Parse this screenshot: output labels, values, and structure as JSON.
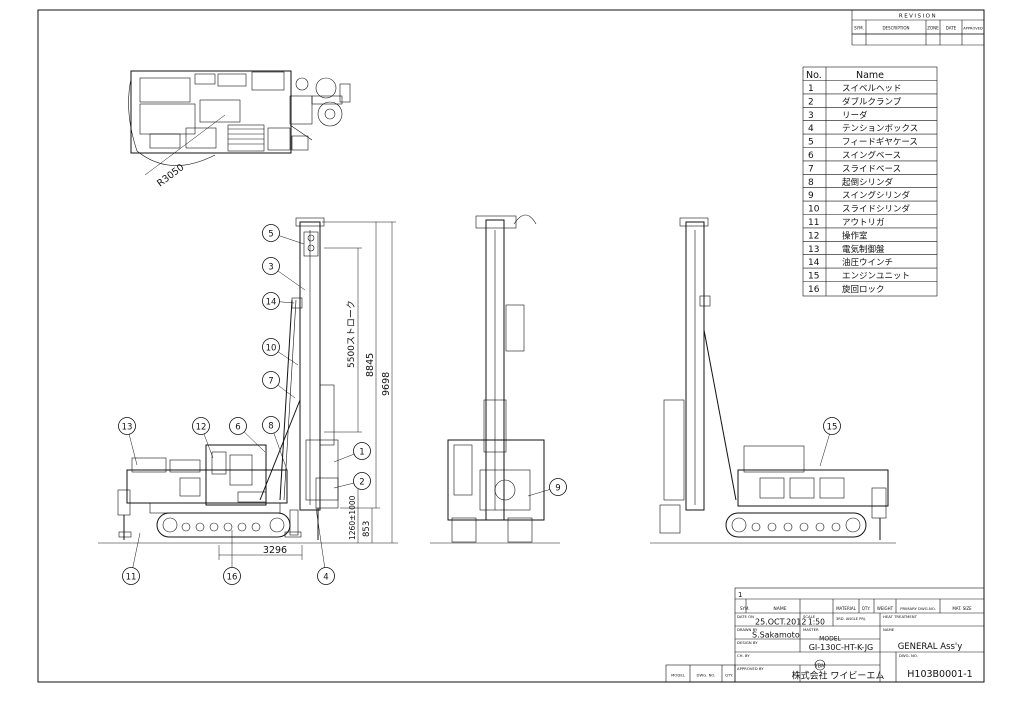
{
  "revision_block": {
    "title": "REVISION",
    "headers": [
      "SYM.",
      "DESCRIPTION",
      "ZONE",
      "DATE",
      "APPROVED"
    ]
  },
  "parts_table": {
    "headers": [
      "No.",
      "Name"
    ],
    "rows": [
      {
        "no": "1",
        "name": "スイベルヘッド"
      },
      {
        "no": "2",
        "name": "ダブルクランプ"
      },
      {
        "no": "3",
        "name": "リーダ"
      },
      {
        "no": "4",
        "name": "テンションボックス"
      },
      {
        "no": "5",
        "name": "フィードギヤケース"
      },
      {
        "no": "6",
        "name": "スイングベース"
      },
      {
        "no": "7",
        "name": "スライドベース"
      },
      {
        "no": "8",
        "name": "起倒シリンダ"
      },
      {
        "no": "9",
        "name": "スイングシリンダ"
      },
      {
        "no": "10",
        "name": "スライドシリンダ"
      },
      {
        "no": "11",
        "name": "アウトリガ"
      },
      {
        "no": "12",
        "name": "操作室"
      },
      {
        "no": "13",
        "name": "電気制御盤"
      },
      {
        "no": "14",
        "name": "油圧ウインチ"
      },
      {
        "no": "15",
        "name": "エンジンユニット"
      },
      {
        "no": "16",
        "name": "旋回ロック"
      }
    ]
  },
  "dimensions": {
    "turning_radius": "R3050",
    "stroke": "5500ストローク",
    "height_leader": "8845",
    "height_total": "9698",
    "height_low": "1260±1000",
    "height_base": "853",
    "track_length": "3296"
  },
  "balloons_side": [
    "5",
    "3",
    "14",
    "10",
    "7",
    "6",
    "8",
    "12",
    "13",
    "1",
    "2",
    "11",
    "16",
    "4"
  ],
  "balloons_front": [
    "9"
  ],
  "balloons_rear": [
    "15"
  ],
  "title_block": {
    "item_no": "1",
    "col_sym": "SYM.",
    "col_name": "NAME",
    "col_material": "MATERIAL",
    "col_qty": "QTY.",
    "col_weight": "WEIGHT",
    "col_primary": "PRIMARY DWG.NO.",
    "col_matsize": "MAT. SIZE",
    "date_label": "DATE ON",
    "date_value": "25.OCT.2012",
    "scale_label": "SCALE",
    "scale_value": "1:50",
    "angle_label": "3RD. ANGLE PRJ.",
    "heat_label": "HEAT TREATMENT",
    "drawn_label": "DRAWN BY",
    "drawn_value": "S.Sakamoto",
    "master_label": "MASTER",
    "name_label": "NAME",
    "design_label": "DESIGN BY",
    "model_label": "MODEL",
    "model_value": "GI-130C-HT-K-JG",
    "name_value": "GENERAL Ass'y",
    "check_label": "CH. BY",
    "approved_label": "APPROVED BY",
    "dwgno_label": "DWG. NO.",
    "dwgno_value": "H103B0001-1",
    "company": "株式会社 ワイビーエム",
    "logo": "YBM",
    "model_col": "MODEL",
    "dwgno_col": "DWG. NO.",
    "qty_col": "QTY."
  }
}
